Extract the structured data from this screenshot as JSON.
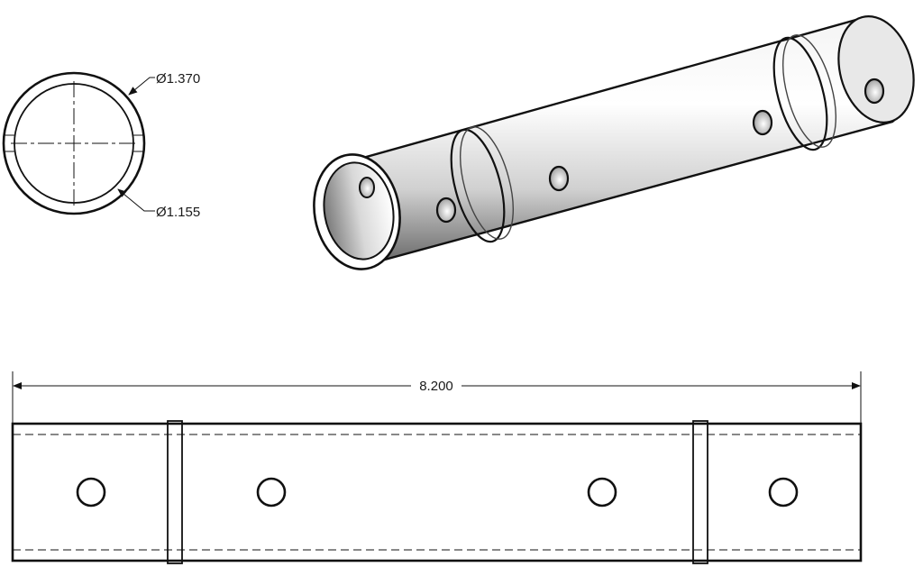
{
  "drawing": {
    "end_view": {
      "outer_diameter_label": "Ø1.370",
      "inner_diameter_label": "Ø1.155"
    },
    "side_view": {
      "length_label": "8.200",
      "hole_count": 4
    },
    "isometric_view": {
      "hole_count": 5
    }
  }
}
